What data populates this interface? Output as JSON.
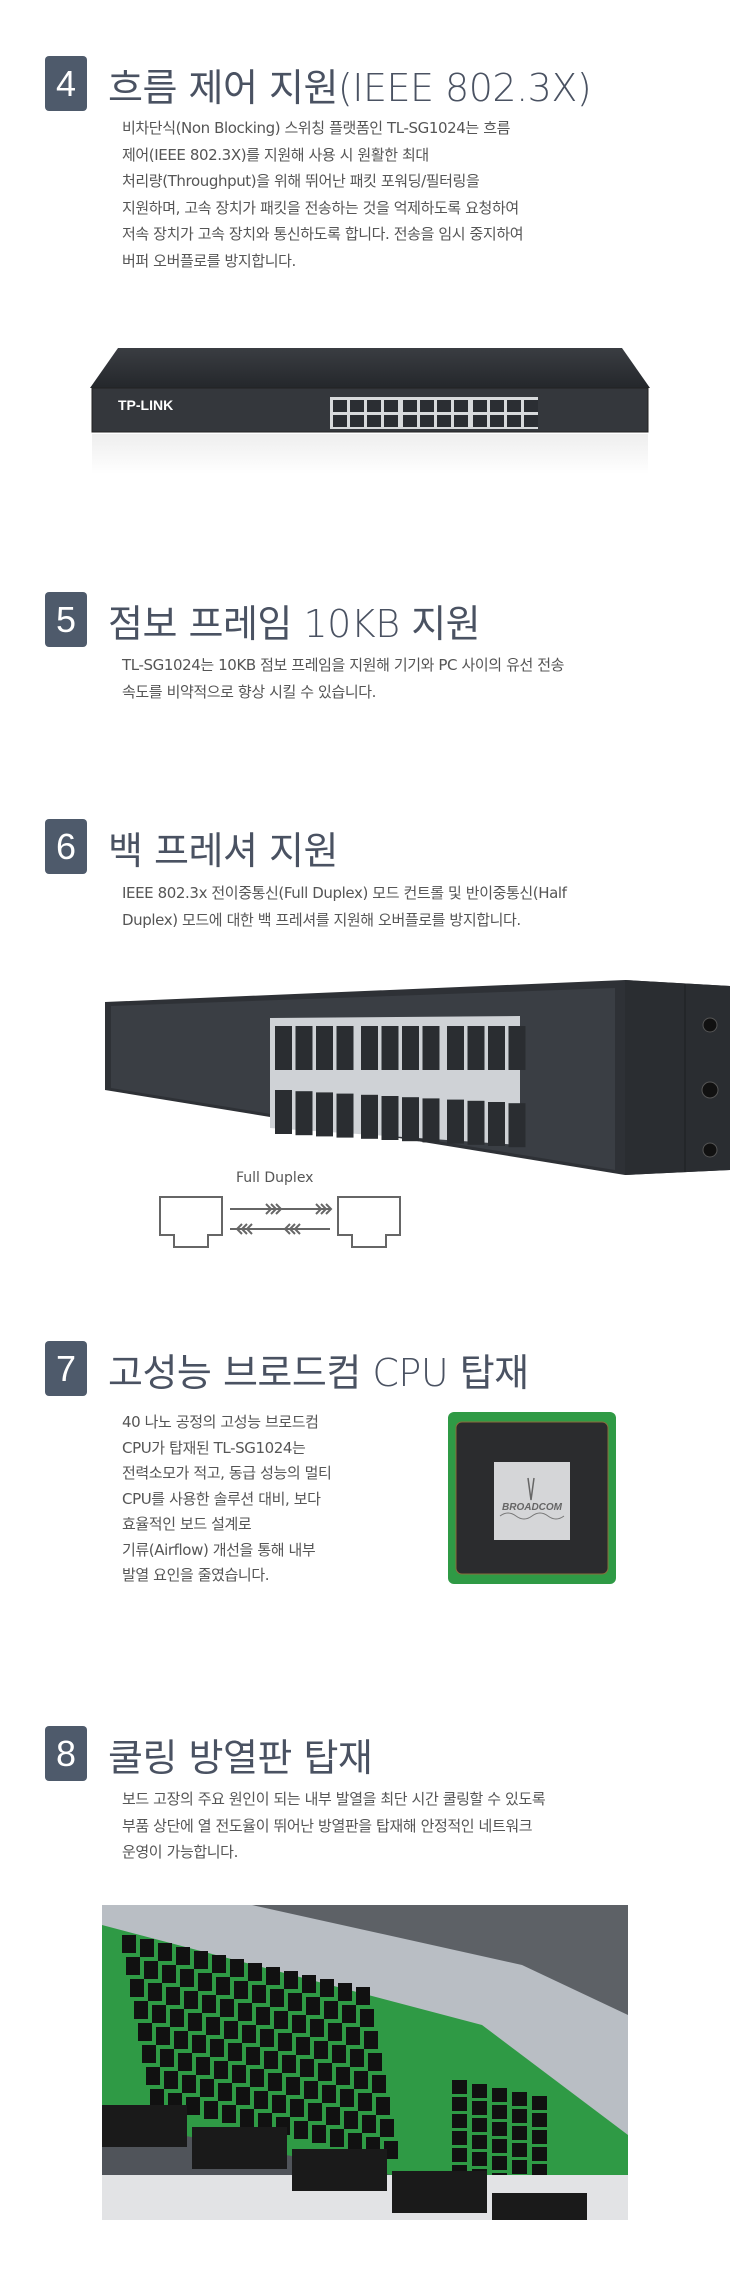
{
  "sections": [
    {
      "number": "4",
      "title": "흐름 제어 지원(IEEE 802.3X)",
      "lines": [
        "비차단식(Non Blocking) 스위칭 플랫폼인 TL-SG1024는 흐름",
        "제어(IEEE 802.3X)를 지원해 사용 시 원활한 최대",
        "처리량(Throughput)을 위해 뛰어난 패킷 포워딩/필터링을",
        "지원하며, 고속 장치가 패킷을 전송하는 것을 억제하도록 요청하여",
        "저속 장치가 고속 장치와 통신하도록 합니다. 전송을 임시 중지하여",
        "버퍼 오버플로를 방지합니다."
      ]
    },
    {
      "number": "5",
      "title": "점보 프레임 10KB 지원",
      "lines": [
        "TL-SG1024는 10KB 점보 프레임을 지원해 기기와 PC 사이의 유선 전송",
        "속도를 비약적으로 향상 시킬 수 있습니다."
      ]
    },
    {
      "number": "6",
      "title": "백 프레셔 지원",
      "lines": [
        "IEEE 802.3x 전이중통신(Full Duplex) 모드 컨트롤 및 반이중통신(Half",
        "Duplex) 모드에 대한 백 프레셔를 지원해 오버플로를 방지합니다."
      ]
    },
    {
      "number": "7",
      "title": "고성능 브로드컴 CPU 탑재",
      "lines": [
        "40 나노 공정의 고성능 브로드컴",
        "CPU가 탑재된 TL-SG1024는",
        "전력소모가 적고, 동급 성능의 멀티",
        "CPU를 사용한 솔루션 대비, 보다",
        "효율적인 보드 설계로",
        "기류(Airflow) 개선을 통해 내부",
        "발열 요인을 줄였습니다."
      ]
    },
    {
      "number": "8",
      "title": "쿨링 방열판 탑재",
      "lines": [
        "보드 고장의 주요 원인이 되는 내부 발열을 최단 시간 쿨링할 수 있도록",
        "부품 상단에 열 전도율이 뛰어난 방열판을 탑재해 안정적인 네트워크",
        "운영이 가능합니다."
      ]
    }
  ],
  "switch_brand": "TP-LINK",
  "duplex_label": "Full Duplex",
  "chip_brand": "BROADCOM",
  "colors": {
    "badge": "#4e5a6b",
    "title": "#4a5262",
    "body": "#555555",
    "pcb": "#2f9a45"
  }
}
